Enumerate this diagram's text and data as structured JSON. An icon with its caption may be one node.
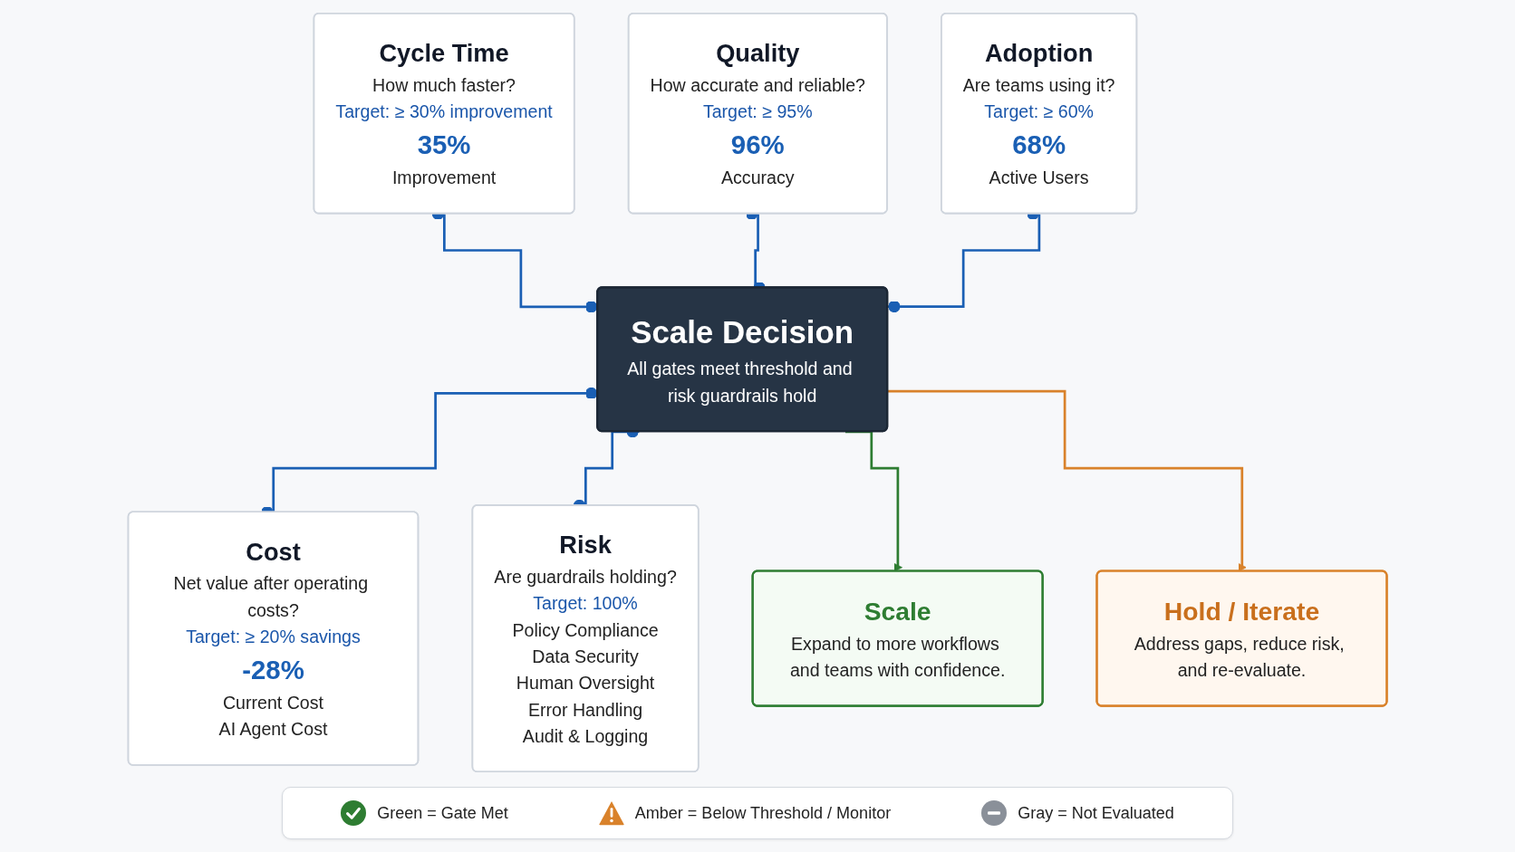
{
  "diagram": {
    "nodes": [
      {
        "text": [
          "Cycle Time",
          "How much faster?",
          "Target: ≥ 30% improvement",
          "35%",
          "Improvement"
        ]
      },
      {
        "text": [
          "Quality",
          "How accurate and reliable?",
          "Target: ≥ 95%",
          "96%",
          "Accuracy"
        ]
      },
      {
        "text": [
          "Adoption",
          "Are teams using it?",
          "Target: ≥ 60%",
          "68%",
          "Active Users"
        ]
      },
      {
        "text": [
          "Scale Decision",
          "All gates meet threshold and risk guardrails hold"
        ]
      },
      {
        "text": [
          "Cost",
          "Net value after operating costs?",
          "Target: ≥ 20% savings",
          "-28%",
          "Current Cost",
          "AI Agent Cost"
        ]
      },
      {
        "text": [
          "Risk",
          "Are guardrails holding?",
          "Target: 100%",
          "Policy Compliance",
          "Data Security",
          "Human Oversight",
          "Error Handling",
          "Audit & Logging"
        ]
      },
      {
        "text": [
          "Scale",
          "Expand to more workflows and teams with confidence."
        ]
      },
      {
        "text": [
          "Hold / Iterate",
          "Address gaps, reduce risk, and re-evaluate."
        ]
      }
    ],
    "edges": [
      {
        "from": 0,
        "to": 3,
        "arrow": "other"
      },
      {
        "from": 1,
        "to": 3,
        "arrow": "other"
      },
      {
        "from": 2,
        "to": 3,
        "arrow": "other"
      },
      {
        "from": 3,
        "to": 4,
        "arrow": "other"
      },
      {
        "from": 3,
        "to": 5,
        "arrow": "other"
      },
      {
        "from": 3,
        "to": 6,
        "arrow": "to",
        "color": "#2e7d32"
      },
      {
        "from": 3,
        "to": 7,
        "arrow": "to",
        "color": "#d9822b"
      }
    ],
    "legend": [
      {
        "text": "Green = Gate Met",
        "color": "#2e7d32"
      },
      {
        "text": "Amber = Below Threshold / Monitor",
        "color": "#d9822b"
      },
      {
        "text": "Gray = Not Evaluated",
        "color": "#8a9099"
      }
    ]
  }
}
